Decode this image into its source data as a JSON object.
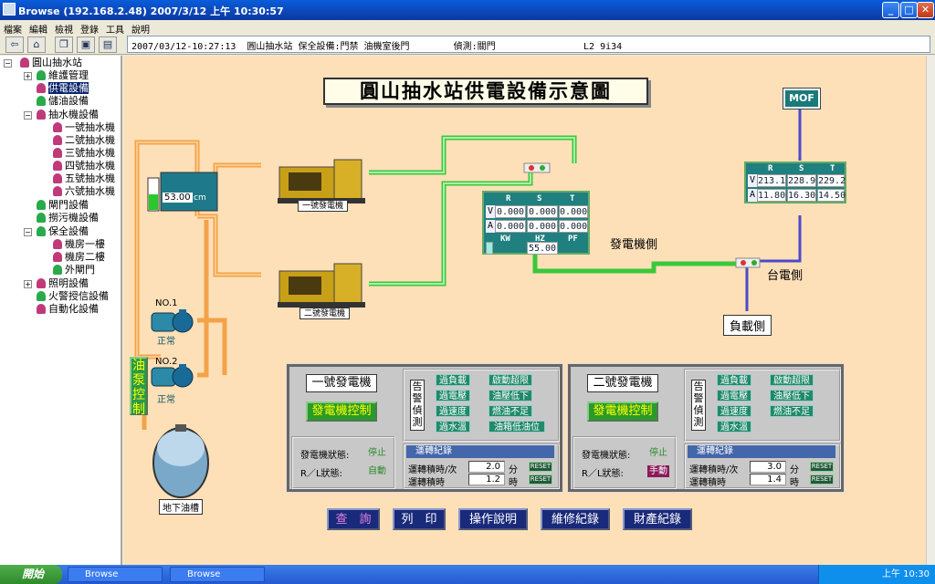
{
  "window": {
    "title": "Browse (192.168.2.48)   2007/3/12 上午 10:30:57"
  },
  "menu": [
    "檔案",
    "編輯",
    "檢視",
    "登錄",
    "工具",
    "說明"
  ],
  "status_line": "2007/03/12-10:27:13  圓山抽水站 保全設備:門禁 油機室後門        偵測:關門                L2 9i34",
  "tree": [
    {
      "label": "圓山抽水站",
      "color": "#c03a7a"
    },
    {
      "label": "維護管理",
      "color": "#2aaa4a"
    },
    {
      "label": "供電設備",
      "color": "#c03a7a",
      "selected": true
    },
    {
      "label": "儲油設備",
      "color": "#2aaa4a"
    },
    {
      "label": "抽水機設備",
      "color": "#c03a7a"
    },
    {
      "label": "一號抽水機",
      "color": "#c03a7a"
    },
    {
      "label": "二號抽水機",
      "color": "#c03a7a"
    },
    {
      "label": "三號抽水機",
      "color": "#c03a7a"
    },
    {
      "label": "四號抽水機",
      "color": "#c03a7a"
    },
    {
      "label": "五號抽水機",
      "color": "#c03a7a"
    },
    {
      "label": "六號抽水機",
      "color": "#c03a7a"
    },
    {
      "label": "閘門設備",
      "color": "#2aaa4a"
    },
    {
      "label": "撈污機設備",
      "color": "#2aaa4a"
    },
    {
      "label": "保全設備",
      "color": "#2aaa4a"
    },
    {
      "label": "機房一樓",
      "color": "#c03a7a"
    },
    {
      "label": "機房二樓",
      "color": "#c03a7a"
    },
    {
      "label": "外閘門",
      "color": "#2aaa4a"
    },
    {
      "label": "照明設備",
      "color": "#c03a7a"
    },
    {
      "label": "火警授信設備",
      "color": "#2aaa4a"
    },
    {
      "label": "自動化設備",
      "color": "#c03a7a"
    }
  ],
  "diagram": {
    "title": "圓山抽水站供電設備示意圖",
    "mof": "MOF",
    "tank_level": "53.00",
    "tank_unit": "cm",
    "gen1_label": "一號發電機",
    "gen2_label": "二號發電機",
    "gen_side": "發電機側",
    "grid_side": "台電側",
    "load_side": "負載側",
    "pump1": {
      "name": "NO.1",
      "status": "正常"
    },
    "pump2": {
      "name": "NO.2",
      "status": "正常"
    },
    "oil_pump_ctrl": "油泵控制",
    "underground_tank": "地下油槽",
    "meter_gen": {
      "cols": [
        "R",
        "S",
        "T"
      ],
      "V": [
        "0.000",
        "0.000",
        "0.000"
      ],
      "A": [
        "0.000",
        "0.000",
        "0.000"
      ],
      "kw_label": "KW",
      "hz_label": "HZ",
      "pf_label": "PF",
      "hz": "55.00"
    },
    "meter_grid": {
      "cols": [
        "R",
        "S",
        "T"
      ],
      "V": [
        "213.1",
        "228.9",
        "229.2"
      ],
      "A": [
        "11.80",
        "16.30",
        "14.50"
      ]
    }
  },
  "gen_panels": [
    {
      "name": "一號發電機",
      "control": "發電機控制",
      "alarm_title": "告警偵測",
      "alarms": [
        "過負載",
        "啟動超限",
        "過電壓",
        "油壓低下",
        "過速度",
        "燃油不足",
        "過水溫",
        "油箱低油位"
      ],
      "state_label": "發電機狀態:",
      "state": "停止",
      "rl_label": "R／L狀態:",
      "rl": "自動",
      "rec_title": "運轉紀錄",
      "run_label": "運轉積時/次",
      "run_val": "2.0",
      "run_unit": "分",
      "hour_label": "運轉積時",
      "hour_val": "1.2",
      "hour_unit": "時",
      "reset": "RESET"
    },
    {
      "name": "二號發電機",
      "control": "發電機控制",
      "alarm_title": "告警偵測",
      "alarms": [
        "過負載",
        "啟動超限",
        "過電壓",
        "油壓低下",
        "過速度",
        "燃油不足",
        "過水溫"
      ],
      "state_label": "發電機狀態:",
      "state": "停止",
      "rl_label": "R／L狀態:",
      "rl": "手動",
      "rec_title": "運轉紀錄",
      "run_label": "運轉積時/次",
      "run_val": "3.0",
      "run_unit": "分",
      "hour_label": "運轉積時",
      "hour_val": "1.4",
      "hour_unit": "時",
      "reset": "RESET"
    }
  ],
  "bottom_buttons": [
    "查　詢",
    "列　印",
    "操作說明",
    "維修紀錄",
    "財產紀錄"
  ],
  "taskbar": {
    "start": "開始",
    "tasks": [
      "Browse",
      "Browse"
    ],
    "clock": "上午 10:30"
  }
}
